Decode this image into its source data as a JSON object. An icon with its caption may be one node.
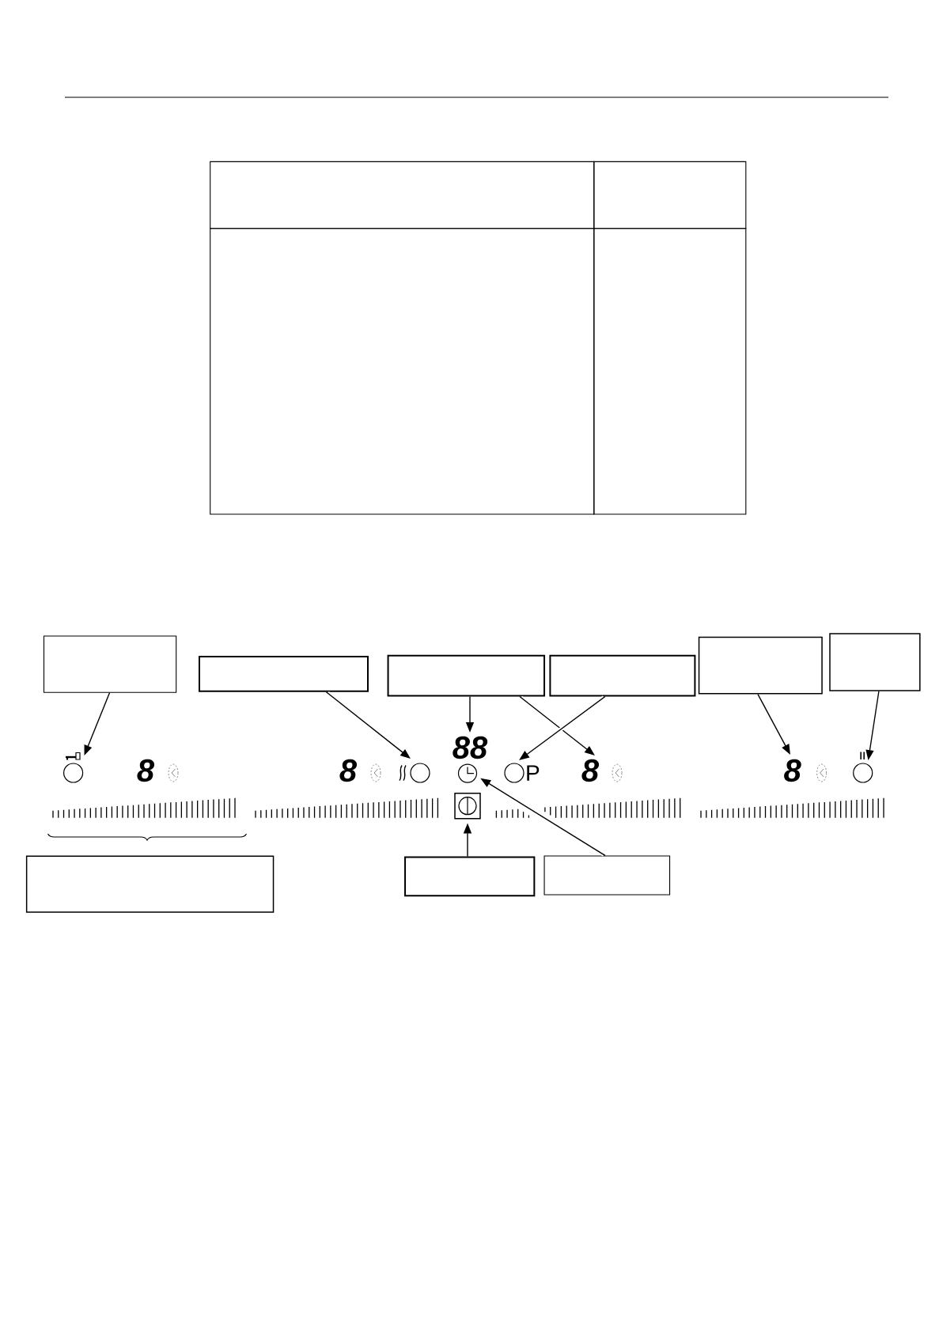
{
  "diagram": {
    "nodes": [
      {
        "text": [],
        "shape": "box"
      },
      {
        "text": [],
        "shape": "box"
      },
      {
        "text": [],
        "shape": "box"
      },
      {
        "text": [],
        "shape": "box"
      },
      {
        "text": [],
        "shape": "box"
      },
      {
        "text": [],
        "shape": "box"
      },
      {
        "text": [
          "88"
        ]
      },
      {
        "text": [],
        "shape": "circle"
      },
      {
        "text": [],
        "shape": "circle"
      },
      {
        "text": [],
        "shape": "circle"
      },
      {
        "text": [],
        "shape": "circle",
        "beside": [
          "P"
        ]
      },
      {
        "text": [
          "8"
        ]
      },
      {
        "text": [
          "8"
        ]
      },
      {
        "text": [],
        "shape": "circle"
      },
      {
        "text": [],
        "shape": "box"
      },
      {
        "text": [],
        "shape": "box"
      },
      {
        "text": [],
        "shape": "box"
      },
      {
        "text": [],
        "shape": "box"
      }
    ],
    "edges": [
      {
        "from": 0,
        "to": 7,
        "arrow": "to"
      },
      {
        "from": 1,
        "to": 8,
        "arrow": "to"
      },
      {
        "from": 2,
        "to": 6,
        "arrow": "to"
      },
      {
        "from": 2,
        "to": 11,
        "arrow": "to"
      },
      {
        "from": 3,
        "to": 10,
        "arrow": "to"
      },
      {
        "from": 4,
        "to": 12,
        "arrow": "to"
      },
      {
        "from": 5,
        "to": 13,
        "arrow": "to"
      },
      {
        "from": 16,
        "to": 14,
        "arrow": "to"
      },
      {
        "from": 17,
        "to": 9,
        "arrow": "to"
      }
    ],
    "labels": [
      "8",
      "8"
    ]
  }
}
